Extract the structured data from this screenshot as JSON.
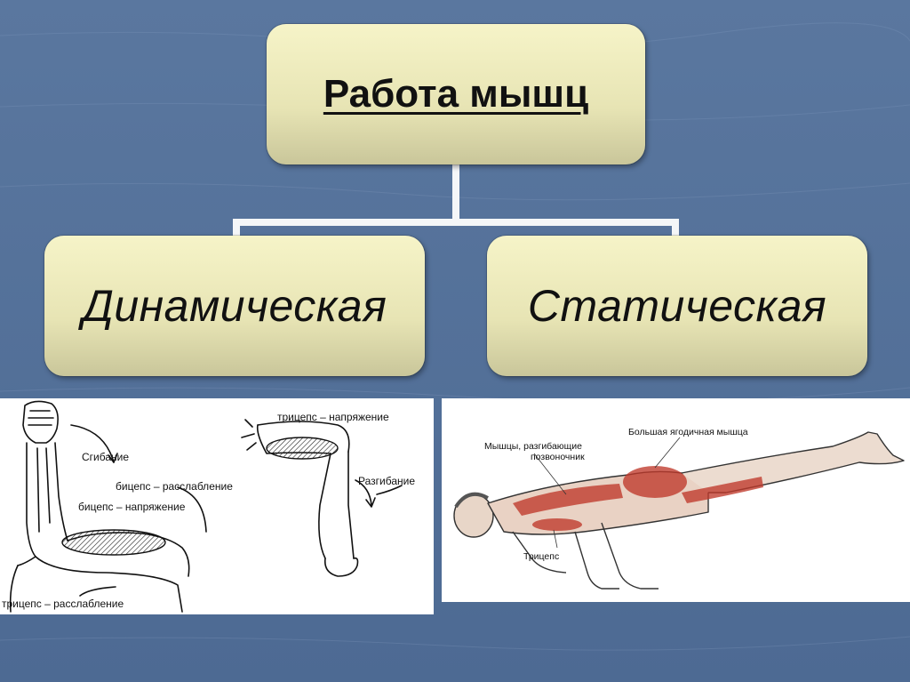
{
  "title": "Работа мышц",
  "branches": {
    "dynamic": "Динамическая",
    "static": "Статическая"
  },
  "arm_figure": {
    "labels": {
      "flexion": "Сгибание",
      "biceps_relax": "бицепс – расслабление",
      "biceps_tense": "бицепс – напряжение",
      "triceps_relax": "трицепс – расслабление",
      "triceps_tense": "трицепс – напряжение",
      "extension": "Разгибание"
    }
  },
  "pose_figure": {
    "labels": {
      "gluteus": "Большая ягодичная мышца",
      "spine_extensors_line1": "Мышцы, разгибающие",
      "spine_extensors_line2": "позвоночник",
      "triceps": "Трицепс"
    }
  },
  "colors": {
    "background": "#54709a",
    "node_fill": "#eeeabf",
    "connector": "#f4f6f8",
    "muscle": "#c0392b"
  }
}
